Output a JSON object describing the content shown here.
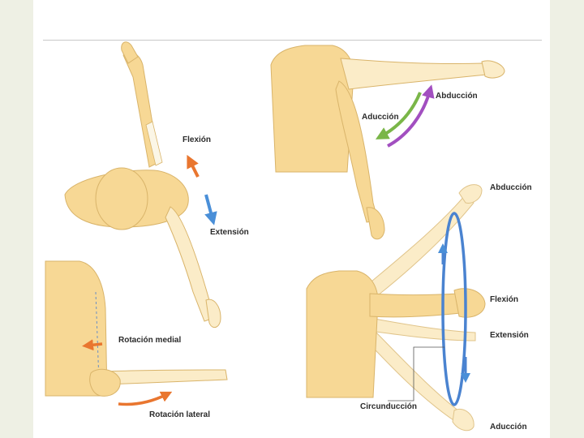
{
  "labels": {
    "flexion_top": "Flexión",
    "extension_top": "Extensión",
    "aduccion_top": "Aducción",
    "abduccion_top": "Abducción",
    "rotacion_medial": "Rotación medial",
    "rotacion_lateral": "Rotación lateral",
    "abduccion_circ": "Abducción",
    "flexion_circ": "Flexión",
    "extension_circ": "Extensión",
    "circunduccion": "Circunducción",
    "aduccion_circ": "Aducción"
  },
  "colors": {
    "page": "#eef0e4",
    "slide": "#ffffff",
    "skin": "#f7d895",
    "skin_stroke": "#d9b46a",
    "skin_ghost": "#fbecc8",
    "bone": "#fbf6e6",
    "arrow_orange": "#e9762f",
    "arrow_blue": "#4a8fd8",
    "arrow_green": "#7ab648",
    "arrow_purple": "#a24fc0",
    "circle_blue": "#4a83d0"
  }
}
